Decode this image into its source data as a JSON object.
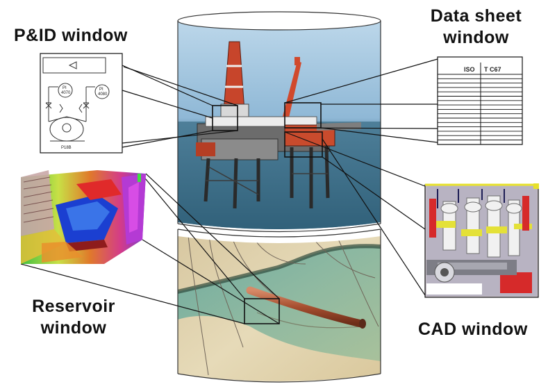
{
  "labels": {
    "pid_line1": "P&ID window",
    "datasheet_line1": "Data sheet",
    "datasheet_line2": "window",
    "reservoir_line1": "Reservoir",
    "reservoir_line2": "window",
    "cad_line1": "CAD window"
  },
  "datasheet": {
    "header_col1": "ISO",
    "header_col2": "T C67"
  },
  "pid": {
    "gauge1": "PI",
    "gauge1_num": "4070",
    "gauge2": "PI",
    "gauge2_num": "4080",
    "pump": "P18B"
  }
}
